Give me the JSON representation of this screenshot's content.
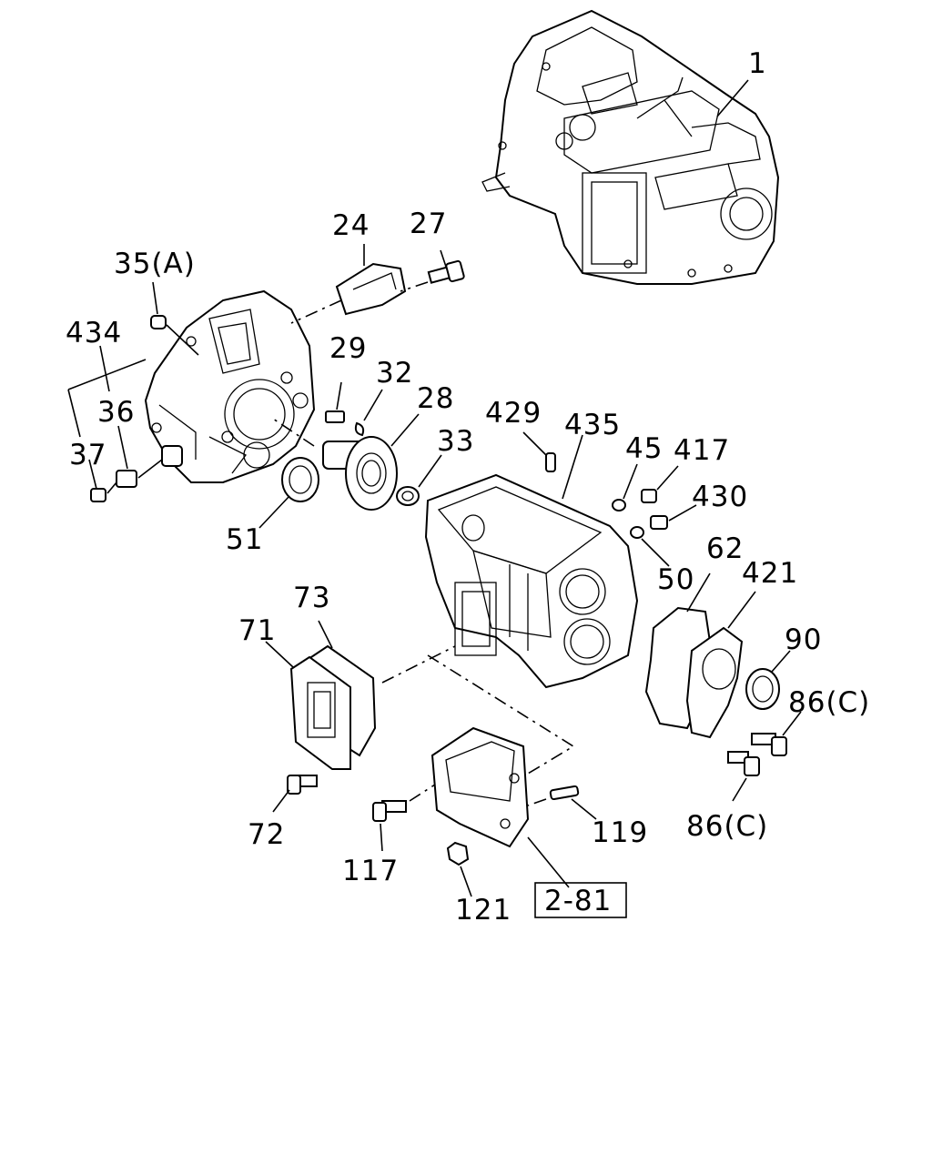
{
  "labels": {
    "l1": "1",
    "l24": "24",
    "l27": "27",
    "l35": "35(A)",
    "l434": "434",
    "l36": "36",
    "l37": "37",
    "l29": "29",
    "l32": "32",
    "l28": "28",
    "l33": "33",
    "l429": "429",
    "l435": "435",
    "l45": "45",
    "l417": "417",
    "l430": "430",
    "l50": "50",
    "l51": "51",
    "l62": "62",
    "l421": "421",
    "l90": "90",
    "l86a": "86(C)",
    "l86b": "86(C)",
    "l73": "73",
    "l71": "71",
    "l72": "72",
    "l117": "117",
    "l119": "119",
    "l121": "121",
    "l281": "2-81"
  }
}
